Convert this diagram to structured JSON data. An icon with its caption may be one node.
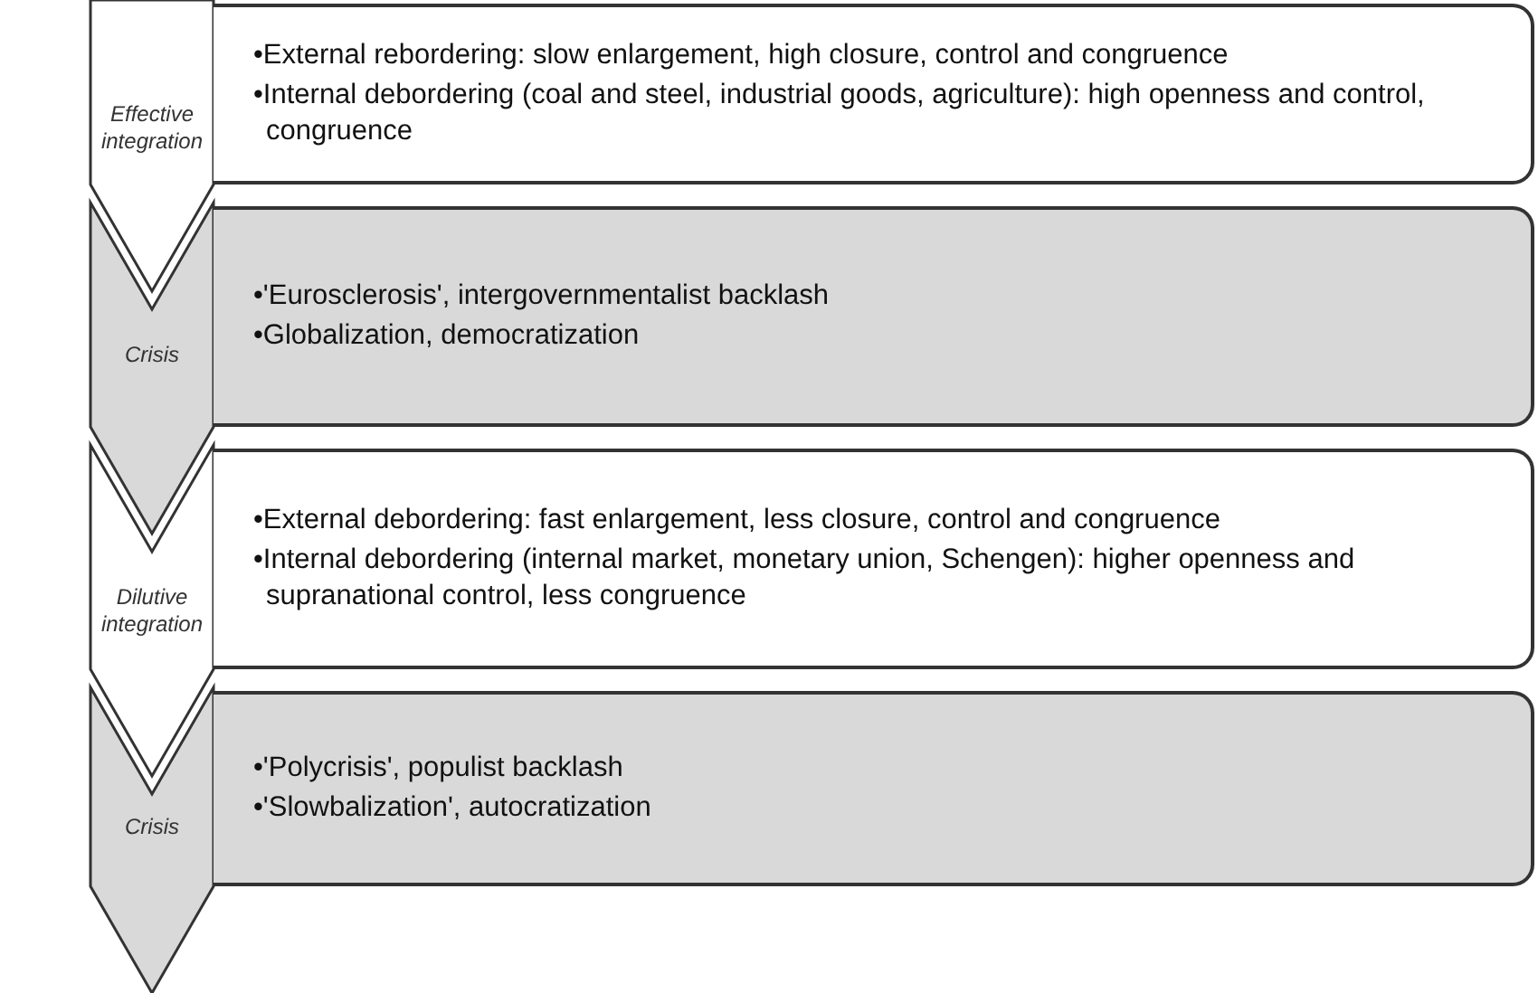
{
  "diagram": {
    "nodes": [
      {
        "text": [
          "Effective integration"
        ]
      },
      {
        "text": [
          "•External rebordering: slow enlargement, high closure, control and congruence",
          "•Internal debordering (coal and steel, industrial goods, agriculture): high openness and control, congruence"
        ]
      },
      {
        "text": [
          "Crisis"
        ]
      },
      {
        "text": [
          "•'Eurosclerosis', intergovernmentalist backlash",
          "•Globalization, democratization"
        ]
      },
      {
        "text": [
          "Dilutive integration"
        ]
      },
      {
        "text": [
          "•External debordering: fast enlargement, less closure, control and congruence",
          "•Internal debordering (internal market, monetary union, Schengen): higher openness and supranational control, less congruence"
        ]
      },
      {
        "text": [
          "Crisis"
        ]
      },
      {
        "text": [
          "•'Polycrisis', populist backlash",
          "•'Slowbalization', autocratization"
        ]
      }
    ]
  }
}
